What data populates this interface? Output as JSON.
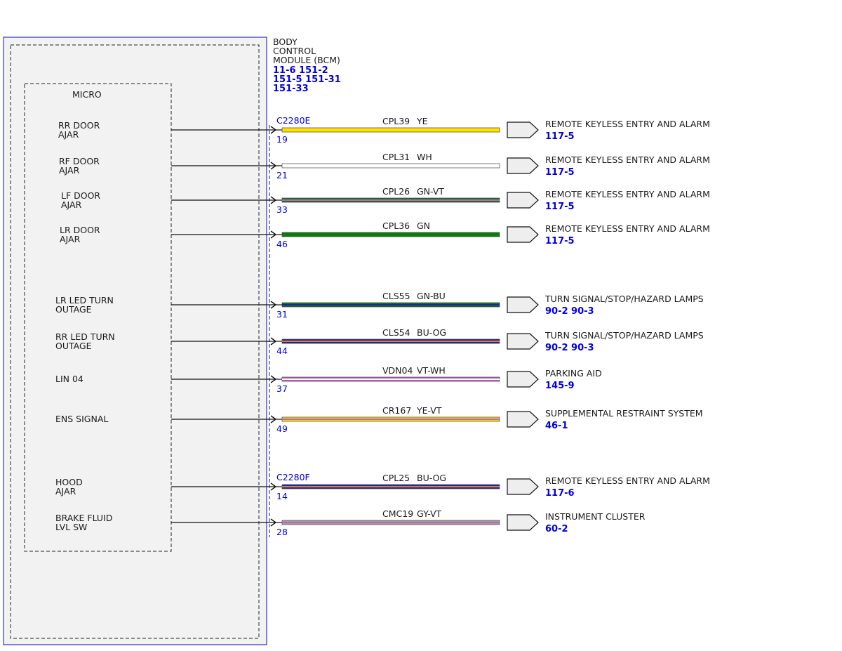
{
  "module": {
    "title_lines": [
      "BODY",
      "CONTROL",
      "MODULE (BCM)"
    ],
    "ref_lines": [
      "11-6  151-2",
      "151-5  151-31",
      "151-33"
    ]
  },
  "micro_label": "MICRO",
  "connectors": [
    {
      "name": "C2280E",
      "at_row": 0
    },
    {
      "name": "C2280F",
      "at_row": 8
    }
  ],
  "colors": {
    "YE": [
      "#ffe000"
    ],
    "WH": [
      "#ffffff"
    ],
    "GN": [
      "#0d7a0d"
    ],
    "VT": [
      "#c060c0"
    ],
    "BU": [
      "#2020b0"
    ],
    "OG": [
      "#e08020"
    ],
    "GY": [
      "#a0a0a0"
    ],
    "blue_border": "#3333cc",
    "ref_blue": "#0000e0"
  },
  "circuits": [
    {
      "input": [
        "RR DOOR",
        "AJAR"
      ],
      "pin": "19",
      "circuit": "CPL39",
      "wire_color": "YE",
      "colors": [
        "YE"
      ],
      "dest": "REMOTE KEYLESS ENTRY AND ALARM",
      "ref": "117-5"
    },
    {
      "input": [
        "RF DOOR",
        "AJAR"
      ],
      "pin": "21",
      "circuit": "CPL31",
      "wire_color": "WH",
      "colors": [
        "WH"
      ],
      "dest": "REMOTE KEYLESS ENTRY AND ALARM",
      "ref": "117-5"
    },
    {
      "input": [
        "LF DOOR",
        "AJAR"
      ],
      "pin": "33",
      "circuit": "CPL26",
      "wire_color": "GN-VT",
      "colors": [
        "GN",
        "VT"
      ],
      "dest": "REMOTE KEYLESS ENTRY AND ALARM",
      "ref": "117-5"
    },
    {
      "input": [
        "LR DOOR",
        "AJAR"
      ],
      "pin": "46",
      "circuit": "CPL36",
      "wire_color": "GN",
      "colors": [
        "GN"
      ],
      "dest": "REMOTE KEYLESS ENTRY AND ALARM",
      "ref": "117-5"
    },
    {
      "input": [
        "LR LED TURN",
        "OUTAGE"
      ],
      "pin": "31",
      "circuit": "CLS55",
      "wire_color": "GN-BU",
      "colors": [
        "GN",
        "BU"
      ],
      "dest": "TURN SIGNAL/STOP/HAZARD LAMPS",
      "ref": "90-2  90-3"
    },
    {
      "input": [
        "RR LED TURN",
        "OUTAGE"
      ],
      "pin": "44",
      "circuit": "CLS54",
      "wire_color": "BU-OG",
      "colors": [
        "BU",
        "OG"
      ],
      "dest": "TURN SIGNAL/STOP/HAZARD LAMPS",
      "ref": "90-2  90-3"
    },
    {
      "input": [
        "LIN 04"
      ],
      "pin": "37",
      "circuit": "VDN04",
      "wire_color": "VT-WH",
      "colors": [
        "VT",
        "WH"
      ],
      "dest": "PARKING AID",
      "ref": "145-9"
    },
    {
      "input": [
        "ENS SIGNAL"
      ],
      "pin": "49",
      "circuit": "CR167",
      "wire_color": "YE-VT",
      "colors": [
        "YE",
        "VT"
      ],
      "dest": "SUPPLEMENTAL RESTRAINT SYSTEM",
      "ref": "46-1"
    },
    {
      "input": [
        "HOOD",
        "AJAR"
      ],
      "pin": "14",
      "circuit": "CPL25",
      "wire_color": "BU-OG",
      "colors": [
        "BU",
        "OG"
      ],
      "dest": "REMOTE KEYLESS ENTRY AND ALARM",
      "ref": "117-6"
    },
    {
      "input": [
        "BRAKE FLUID",
        "LVL SW"
      ],
      "pin": "28",
      "circuit": "CMC19",
      "wire_color": "GY-VT",
      "colors": [
        "GY",
        "VT"
      ],
      "dest": "INSTRUMENT CLUSTER",
      "ref": "60-2"
    }
  ]
}
